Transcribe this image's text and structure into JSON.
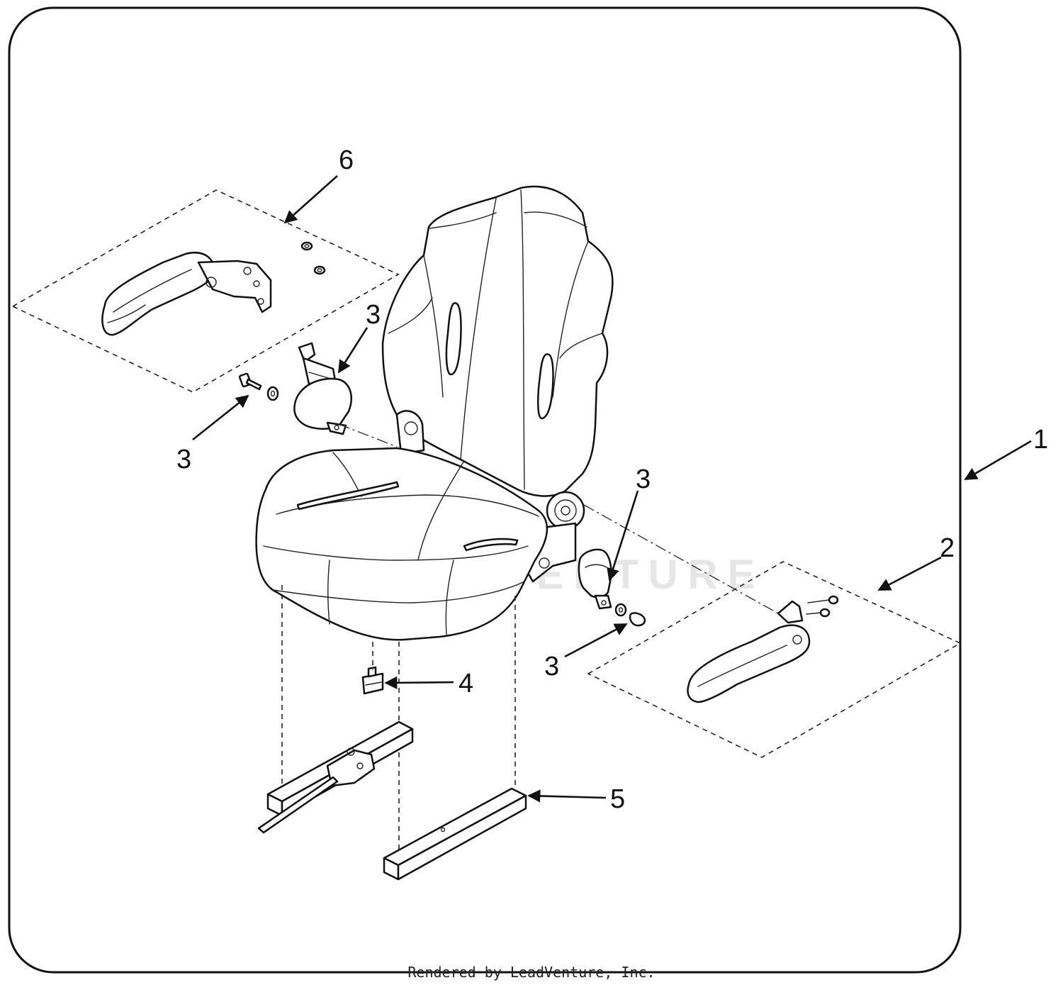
{
  "callouts": [
    {
      "id": "1",
      "label": "1"
    },
    {
      "id": "2",
      "label": "2"
    },
    {
      "id": "3a",
      "label": "3"
    },
    {
      "id": "3b",
      "label": "3"
    },
    {
      "id": "3c",
      "label": "3"
    },
    {
      "id": "3d",
      "label": "3"
    },
    {
      "id": "4",
      "label": "4"
    },
    {
      "id": "5",
      "label": "5"
    },
    {
      "id": "6",
      "label": "6"
    }
  ],
  "credit": "Rendered by LeadVenture, Inc.",
  "watermark": "LEADVENTURE",
  "parts": [
    {
      "name": "seat-assembly",
      "callout": "1"
    },
    {
      "name": "right-armrest-kit",
      "callout": "2"
    },
    {
      "name": "seat-belt-hardware",
      "callout": "3"
    },
    {
      "name": "seat-switch",
      "callout": "4"
    },
    {
      "name": "seat-slide-rails",
      "callout": "5"
    },
    {
      "name": "left-armrest-kit",
      "callout": "6"
    }
  ],
  "colors": {
    "line": "#111111",
    "background": "#ffffff",
    "watermark": "#e6e6e6"
  }
}
